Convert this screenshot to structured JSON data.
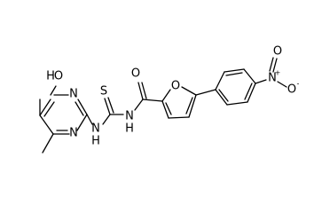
{
  "structure": {
    "atoms": {
      "hydroxyl_o": "O",
      "hydroxyl_h": "H",
      "ring_n_upper": "N",
      "ring_n_lower": "N",
      "amine_n_left": "N",
      "amine_h_left": "H",
      "thione_s": "S",
      "amide_n": "N",
      "amide_h": "H",
      "carbonyl_o": "O",
      "furan_o": "O",
      "nitro_n": "N",
      "nitro_charge_n": "+",
      "nitro_o_top": "O",
      "nitro_o_bottom": "O",
      "nitro_charge_o": "-"
    }
  }
}
